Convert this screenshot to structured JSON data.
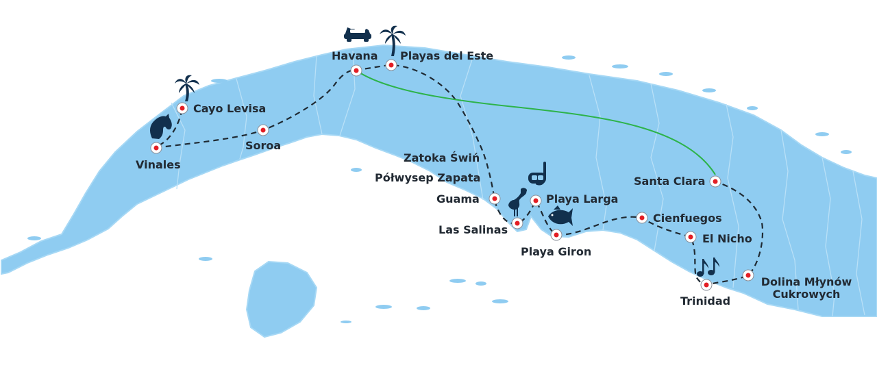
{
  "map": {
    "country": "Cuba",
    "colors": {
      "land": "#8fccf1",
      "land_stroke": "#a6d8f5",
      "border_lines": "#b9e0f7",
      "route_dashed": "#1f2a33",
      "route_direct": "#2db34a",
      "marker_outer": "#ffffff",
      "marker_inner": "#e31e24",
      "marker_ring": "#8a8f99",
      "icon": "#12304d"
    },
    "stops": [
      {
        "id": "havana",
        "name": "Havana"
      },
      {
        "id": "playas-del-este",
        "name": "Playas del Este"
      },
      {
        "id": "cayo-levisa",
        "name": "Cayo Levisa"
      },
      {
        "id": "soroa",
        "name": "Soroa"
      },
      {
        "id": "vinales",
        "name": "Vinales"
      },
      {
        "id": "zatoka-swin",
        "name": "Zatoka Świń"
      },
      {
        "id": "polwysep-zapata",
        "name": "Półwysep Zapata"
      },
      {
        "id": "guama",
        "name": "Guama"
      },
      {
        "id": "las-salinas",
        "name": "Las Salinas"
      },
      {
        "id": "playa-larga",
        "name": "Playa Larga"
      },
      {
        "id": "playa-giron",
        "name": "Playa Giron"
      },
      {
        "id": "santa-clara",
        "name": "Santa Clara"
      },
      {
        "id": "cienfuegos",
        "name": "Cienfuegos"
      },
      {
        "id": "el-nicho",
        "name": "El Nicho"
      },
      {
        "id": "trinidad",
        "name": "Trinidad"
      },
      {
        "id": "dolina-mlynow",
        "name_line1": "Dolina Młynów",
        "name_line2": "Cukrowych"
      }
    ],
    "icons": [
      {
        "name": "car-icon",
        "near": "Havana"
      },
      {
        "name": "palm-tree-icon",
        "near": "Playas del Este"
      },
      {
        "name": "palm-tree-icon",
        "near": "Cayo Levisa"
      },
      {
        "name": "horse-icon",
        "near": "Vinales"
      },
      {
        "name": "snorkel-icon",
        "near": "Playa Larga"
      },
      {
        "name": "flamingo-icon",
        "near": "Las Salinas"
      },
      {
        "name": "fish-icon",
        "near": "Playa Giron"
      },
      {
        "name": "music-notes-icon",
        "near": "Trinidad"
      }
    ]
  }
}
